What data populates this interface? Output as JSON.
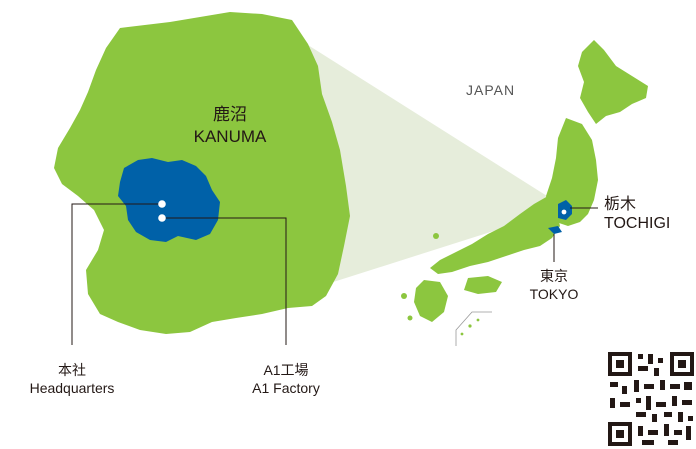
{
  "colors": {
    "land": "#8cc63f",
    "highlight": "#0061a8",
    "wedge": "#e6eddb",
    "line": "#231815",
    "text": "#231815"
  },
  "map": {
    "country_label": "JAPAN",
    "kanuma": {
      "jp": "鹿沼",
      "en": "KANUMA"
    },
    "tochigi": {
      "jp": "栃木",
      "en": "TOCHIGI"
    },
    "tokyo": {
      "jp": "東京",
      "en": "TOKYO"
    },
    "headquarters": {
      "jp": "本社",
      "en": "Headquarters"
    },
    "a1_factory": {
      "jp": "A1工場",
      "en": "A1 Factory"
    }
  },
  "icons": {
    "qr": "qr-code-icon"
  }
}
